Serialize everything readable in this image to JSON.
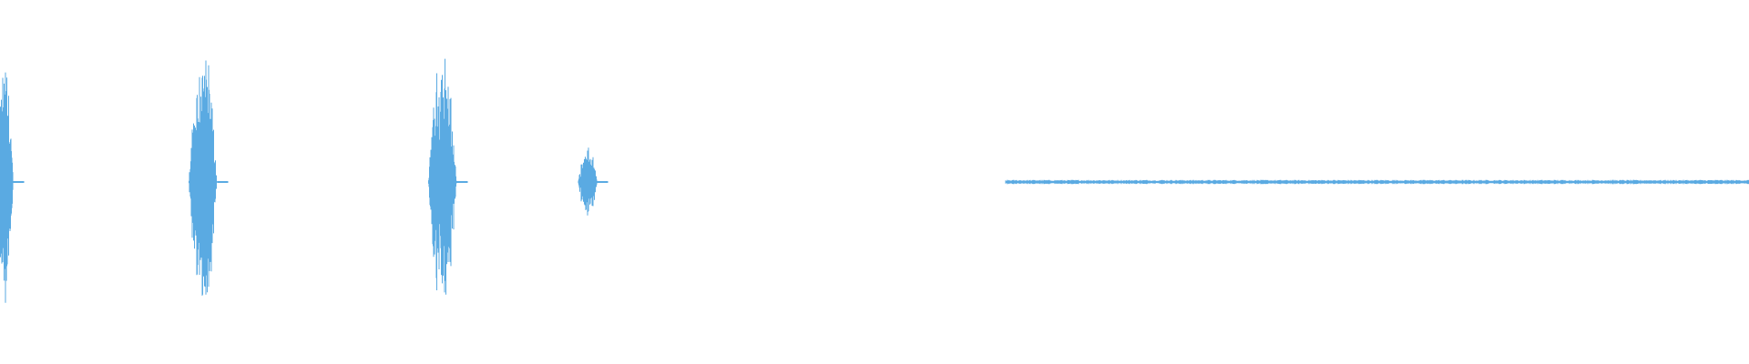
{
  "waveform": {
    "color": "#5aaae2",
    "background": "#ffffff",
    "duration_fraction_note": "",
    "bursts": [
      {
        "center": 0.003,
        "width": 0.009,
        "amplitude": 0.82
      },
      {
        "center": 0.116,
        "width": 0.016,
        "amplitude": 0.93
      },
      {
        "center": 0.253,
        "width": 0.016,
        "amplitude": 0.87
      },
      {
        "center": 0.336,
        "width": 0.011,
        "amplitude": 0.23
      }
    ],
    "noise_segment": {
      "start": 0.575,
      "end": 1.0,
      "amplitude": 0.01
    }
  }
}
